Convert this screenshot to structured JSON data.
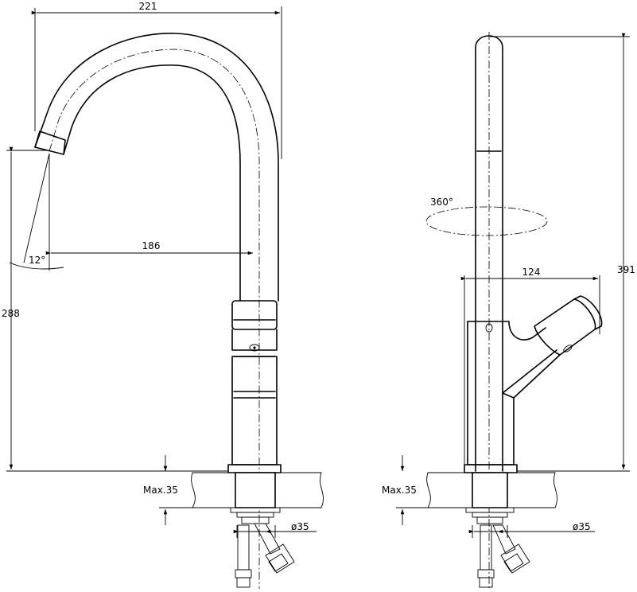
{
  "dimensions": {
    "front": {
      "overall_width": "221",
      "spout_reach": "186",
      "height_to_spout": "288",
      "spout_angle": "12°",
      "max_deck_thickness": "Max.35",
      "hole_diameter": "ø35"
    },
    "side": {
      "overall_height": "391",
      "handle_projection": "124",
      "rotation": "360°",
      "max_deck_thickness": "Max.35",
      "hole_diameter": "ø35"
    }
  }
}
